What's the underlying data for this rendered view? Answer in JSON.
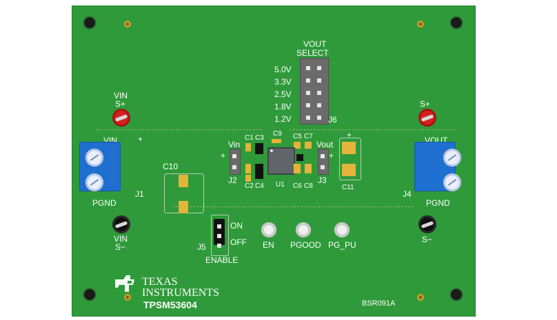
{
  "labels": {
    "vout_select_line1": "VOUT",
    "vout_select_line2": "SELECT",
    "vout_options": [
      "5.0V",
      "3.3V",
      "2.5V",
      "1.8V",
      "1.2V"
    ],
    "j6": "J6",
    "vin_s_plus_1": "VIN",
    "vin_s_plus_2": "S+",
    "s_plus_right": "S+",
    "vin": "VIN",
    "vout": "VOUT",
    "plus": "+",
    "minus": "−",
    "pgnd_left": "PGND",
    "pgnd_right": "PGND",
    "j1": "J1",
    "j4": "J4",
    "c10": "C10",
    "c11": "C11",
    "vin_small": "Vin",
    "vout_small": "Vout",
    "j2": "J2",
    "j3": "J3",
    "u1": "U1",
    "c1": "C1",
    "c2": "C2",
    "c3": "C3",
    "c4": "C4",
    "c5": "C5",
    "c6": "C6",
    "c7": "C7",
    "c8": "C8",
    "c9": "C9",
    "vin_s_minus_1": "VIN",
    "vin_s_minus_2": "S−",
    "s_minus_right": "S−",
    "on": "ON",
    "off": "OFF",
    "j5": "J5",
    "enable": "ENABLE",
    "en": "EN",
    "pgood": "PGOOD",
    "pg_pu": "PG_PU",
    "ti_line1": "TEXAS",
    "ti_line2": "INSTRUMENTS",
    "part": "TPSM53604",
    "board_id": "BSR091A"
  },
  "colors": {
    "pcb": "#2f9a3a",
    "silkscreen": "#ffffff",
    "terminal_block": "#1f6fd1",
    "pad": "#e4b43a",
    "post_red": "#d52020",
    "post_black": "#101010"
  },
  "icons": {
    "logo": "texas-instruments-logo-icon"
  }
}
